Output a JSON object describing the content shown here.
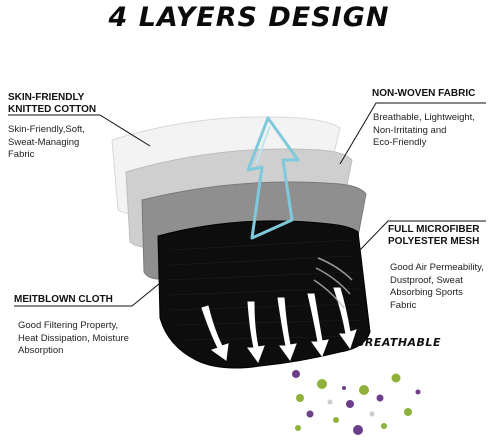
{
  "title": "4 LAYERS DESIGN",
  "layers": {
    "skin": {
      "heading_line1": "SKIN-FRIENDLY",
      "heading_line2": "KNITTED COTTON",
      "desc_lines": [
        "Skin-Friendly,Soft,",
        "Sweat-Managing",
        "Fabric"
      ]
    },
    "nonwoven": {
      "heading_line1": "NON-WOVEN FABRIC",
      "desc_lines": [
        "Breathable, Lightweight,",
        "Non-Irritating and",
        "Eco-Friendly"
      ]
    },
    "microfiber": {
      "heading_line1": "FULL MICROFIBER",
      "heading_line2": "POLYESTER MESH",
      "desc_lines": [
        "Good Air Permeability,",
        "Dustproof, Sweat",
        "Absorbing Sports",
        "Fabric"
      ]
    },
    "meltblown": {
      "heading_line1": "MEITBLOWN CLOTH",
      "desc_lines": [
        "Good Filtering Property,",
        "Heat Dissipation, Moisture",
        "Absorption"
      ]
    }
  },
  "breathable_label": "BREATHABLE",
  "colors": {
    "layer_white": "#f3f3f3",
    "layer_light_gray": "#cfcfcf",
    "layer_gray": "#8f8f8f",
    "layer_black": "#0d0d0d",
    "arrow_blue": "#7ec9dc",
    "particle_purple": "#6b3f8a",
    "particle_green": "#8fb13a"
  },
  "icons": [
    "up-arrow-icon",
    "airflow-arrow-icon",
    "particle-icon"
  ]
}
